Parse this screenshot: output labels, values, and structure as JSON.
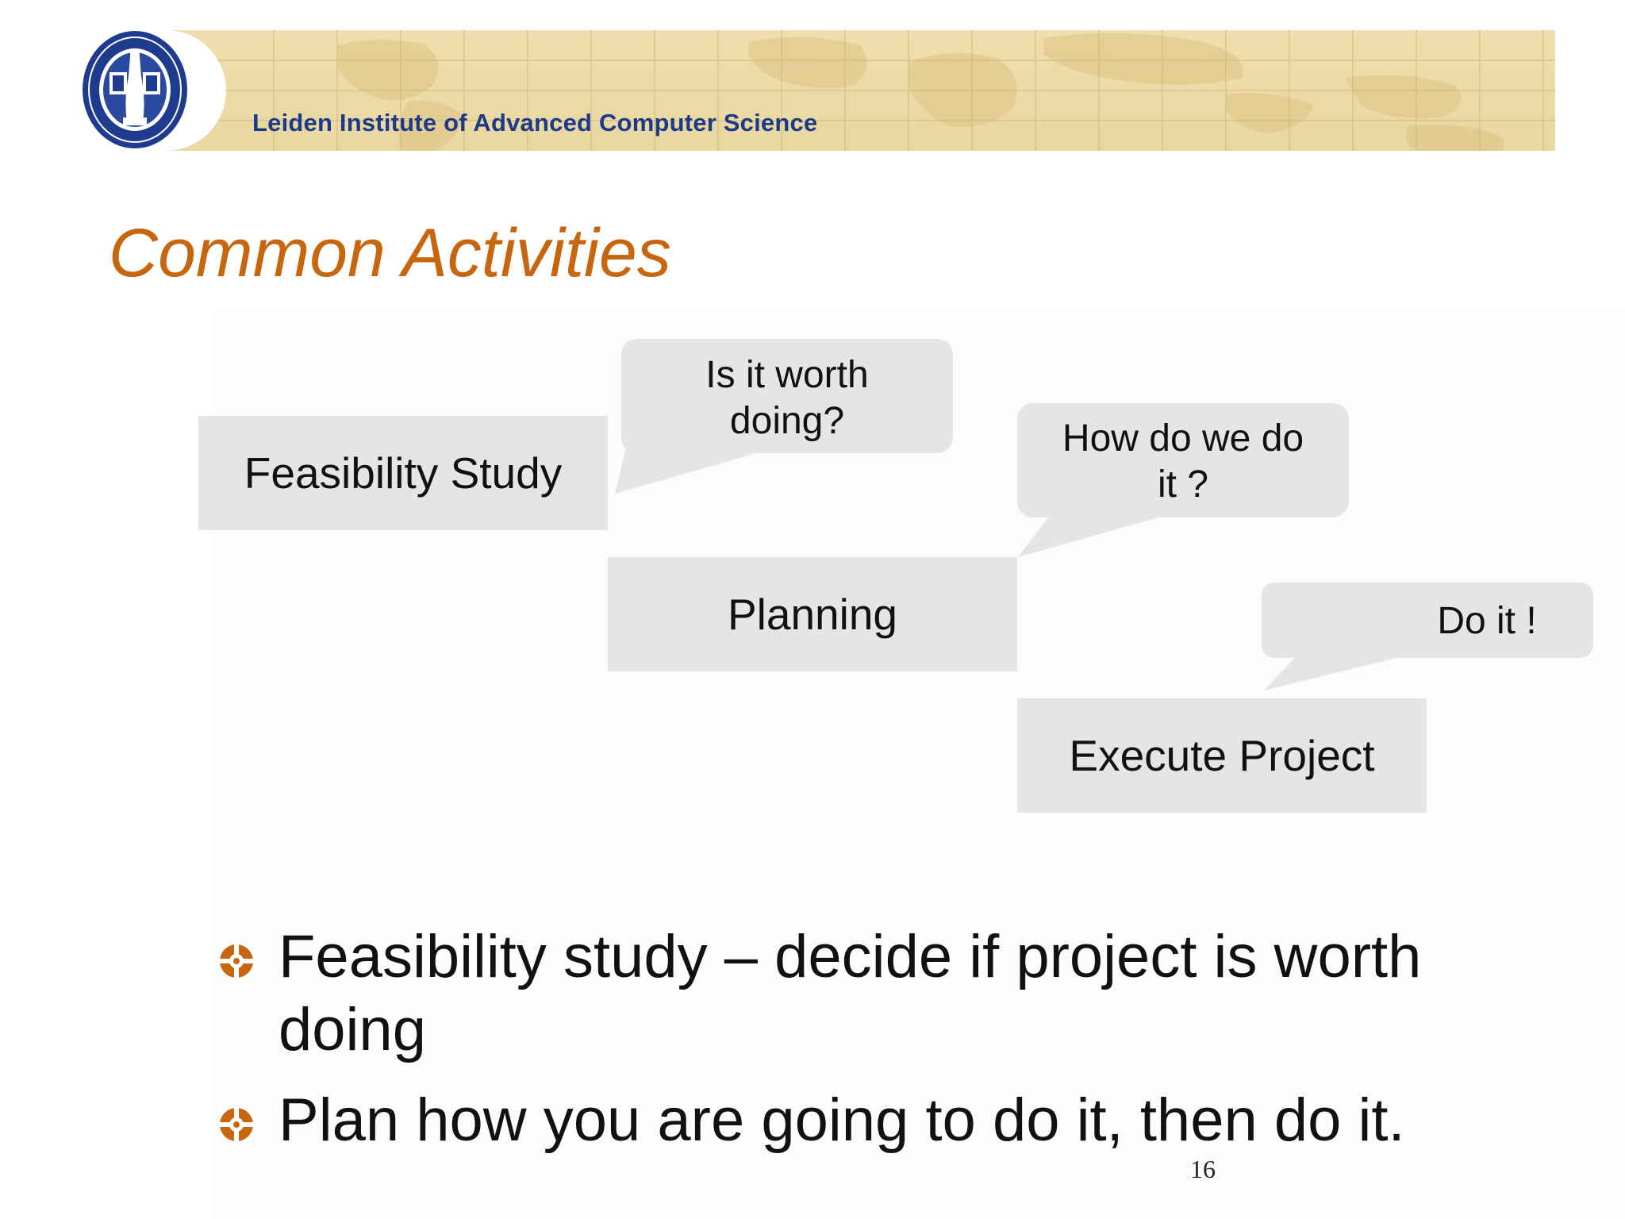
{
  "header": {
    "institute": "Leiden Institute of Advanced Computer Science"
  },
  "title": "Common Activities",
  "diagram": {
    "boxes": [
      {
        "label": "Feasibility Study"
      },
      {
        "label": "Planning"
      },
      {
        "label": "Execute Project"
      }
    ],
    "bubbles": [
      {
        "lines": [
          "Is it worth",
          "doing?"
        ]
      },
      {
        "lines": [
          "How do we do",
          "it ?"
        ]
      },
      {
        "lines": [
          "Do it !"
        ]
      }
    ]
  },
  "bullets": [
    {
      "text": "Feasibility study – decide if project is worth doing"
    },
    {
      "text": "Plan how you are going to do it, then do it."
    }
  ],
  "page_number": "16",
  "colors": {
    "title": "#c8660f",
    "institute": "#1d3a8a",
    "banner": "#efdfae",
    "box": "#e5e4e6",
    "bullet": "#c8660f"
  },
  "icons": {
    "bullet": "crosshair-bullet-icon",
    "logo": "university-seal-logo"
  }
}
